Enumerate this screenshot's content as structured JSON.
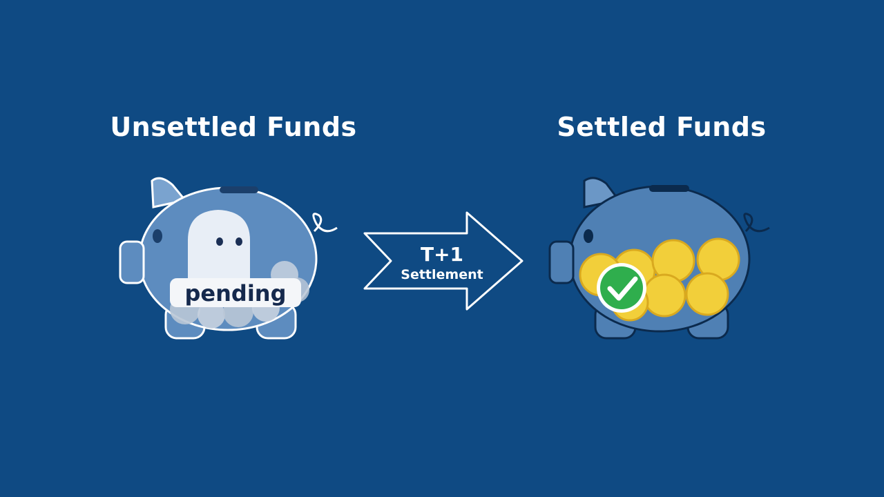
{
  "left_panel": {
    "title": "Unsettled Funds",
    "status_label": "pending"
  },
  "arrow": {
    "line1": "T+1",
    "line2": "Settlement"
  },
  "right_panel": {
    "title": "Settled Funds"
  },
  "colors": {
    "background": "#0f4a83",
    "pig_body": "#5d8cbf",
    "coin": "#f2cf3a",
    "check_circle": "#2fae4d",
    "outline": "#ffffff"
  },
  "icons": {
    "left_pig": "piggy-bank-icon",
    "ghost": "ghost-icon",
    "right_pig": "piggy-bank-icon",
    "coins": "coin-stack-icon",
    "check": "checkmark-icon",
    "arrow": "right-arrow-icon"
  }
}
